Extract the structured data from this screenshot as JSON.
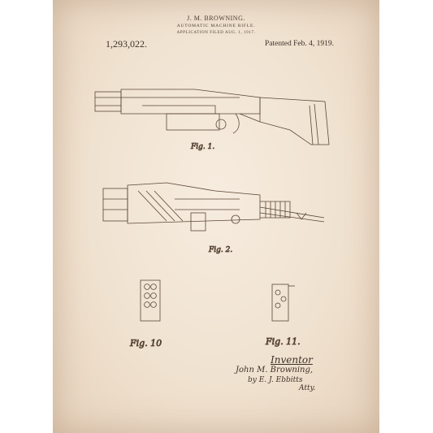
{
  "header": {
    "inventor_name": "J. M. BROWNING.",
    "title": "AUTOMATIC MACHINE RIFLE.",
    "application": "APPLICATION FILED AUG. 1, 1917."
  },
  "patent_number": "1,293,022.",
  "patented": "Patented Feb. 4, 1919.",
  "figures": {
    "fig1": "Fig. 1.",
    "fig2": "Fig. 2.",
    "fig10": "Fig. 10",
    "fig11": "Fig. 11."
  },
  "signature": {
    "heading": "Inventor",
    "line1": "John M. Browning,",
    "line2": "by E. J. Ebbitts",
    "line3": "Atty."
  },
  "colors": {
    "paper": "#f0e2d0",
    "ink": "#4a3a30"
  }
}
